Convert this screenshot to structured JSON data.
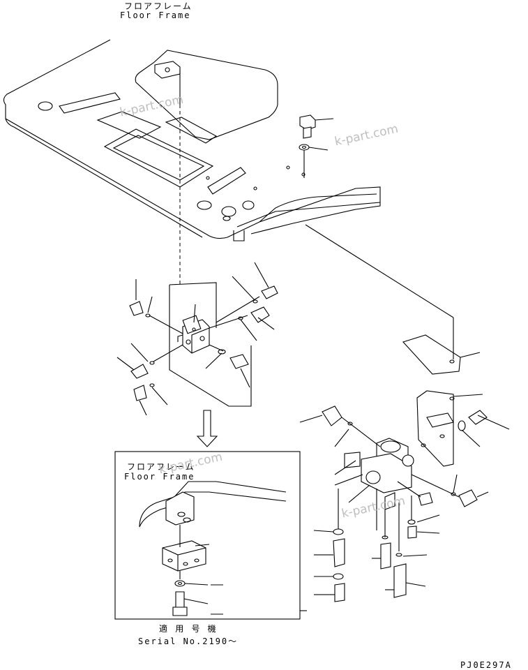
{
  "labels": {
    "floor_frame_jp": "フロアフレーム",
    "floor_frame_en": "Floor Frame",
    "inset_floor_frame_jp": "フロアフレーム",
    "inset_floor_frame_en": "Floor Frame",
    "applicable_jp": "適 用 号 機",
    "serial": "Serial No.2190～",
    "drawing_code": "PJ0E297A"
  },
  "watermarks": [
    "k-part.com",
    "k-part.com",
    "k-part.com",
    "k-part.com"
  ]
}
